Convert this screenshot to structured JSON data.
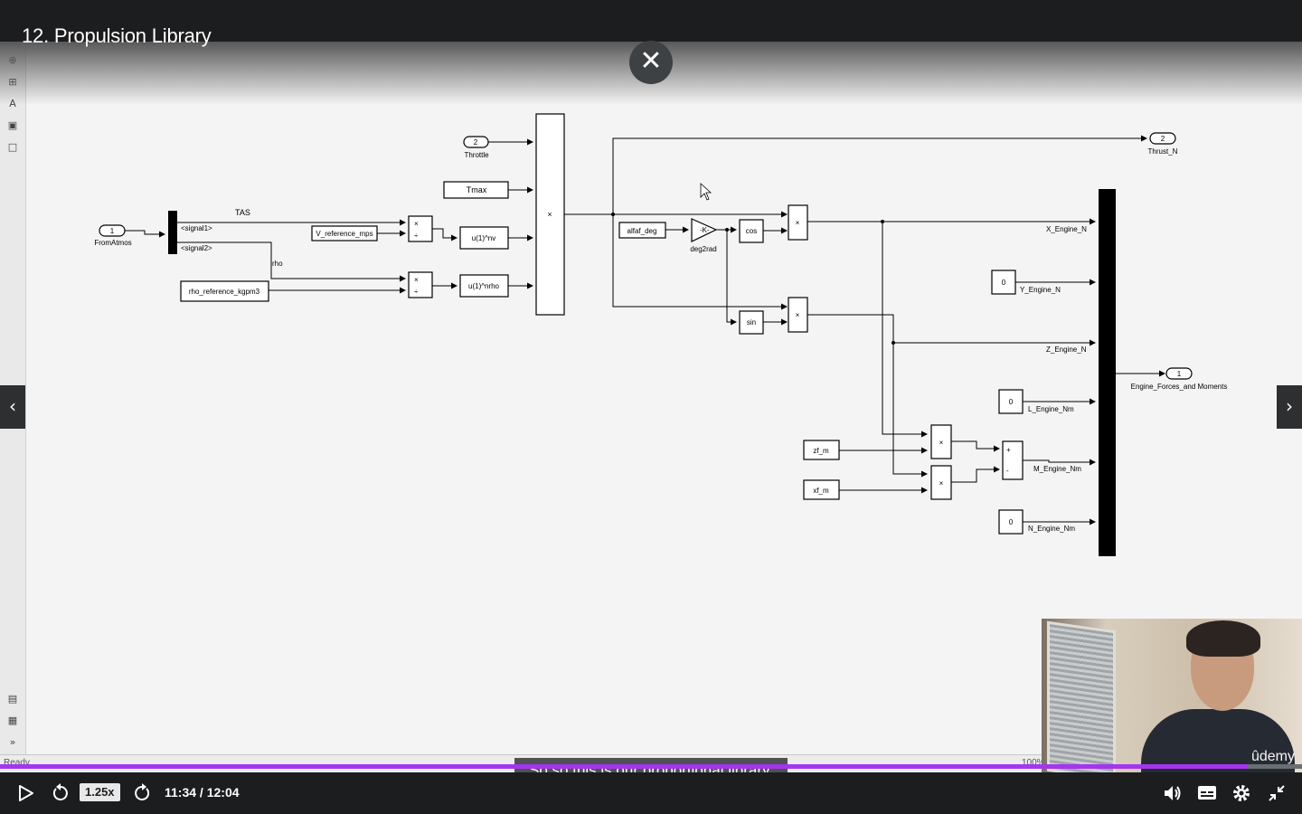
{
  "lecture": {
    "title": "12. Propulsion Library"
  },
  "player": {
    "caption": "So so this is our proportional library.",
    "speed": "1.25x",
    "current_time": "11:34",
    "duration": "12:04",
    "time_display": "11:34 / 12:04",
    "progress_fraction": 0.958,
    "accent_color": "#a435f0",
    "icons": [
      "close-icon",
      "chevron-left-icon",
      "chevron-right-icon",
      "play-icon",
      "rewind-icon",
      "forward-icon",
      "volume-icon",
      "captions-icon",
      "gear-icon",
      "exit-fullscreen-icon"
    ]
  },
  "simulink": {
    "status_left": "Ready",
    "status_right": "100%",
    "inports": [
      {
        "num": "1",
        "name": "FromAtmos"
      },
      {
        "num": "2",
        "name": "Throttle"
      }
    ],
    "outports": [
      {
        "num": "2",
        "name": "Thrust_N"
      },
      {
        "num": "1",
        "name": "Engine_Forces_and Moments"
      }
    ],
    "bus_signals": [
      "<signal1>",
      "<signal2>"
    ],
    "signal_labels": {
      "tas": "TAS",
      "rho": "rho"
    },
    "blocks": {
      "v_ref": "V_reference_mps",
      "rho_ref": "rho_reference_kgpm3",
      "tmax": "Tmax",
      "fcn_nv": "u(1)^nv",
      "fcn_nrho": "u(1)^nrho",
      "alpha": "alfaf_deg",
      "gain": "-K-",
      "gain_name": "deg2rad",
      "cos": "cos",
      "sin": "sin",
      "zf": "zf_m",
      "xf": "xf_m",
      "product_symbol": "×",
      "divide_symbol": "÷",
      "plus": "+",
      "minus": "-"
    },
    "constants": [
      "0",
      "0",
      "0"
    ],
    "mux_labels": [
      "X_Engine_N",
      "Y_Engine_N",
      "Z_Engine_N",
      "L_Engine_Nm",
      "M_Engine_Nm",
      "N_Engine_Nm"
    ]
  },
  "webcam": {
    "brand": "ûdemy"
  }
}
